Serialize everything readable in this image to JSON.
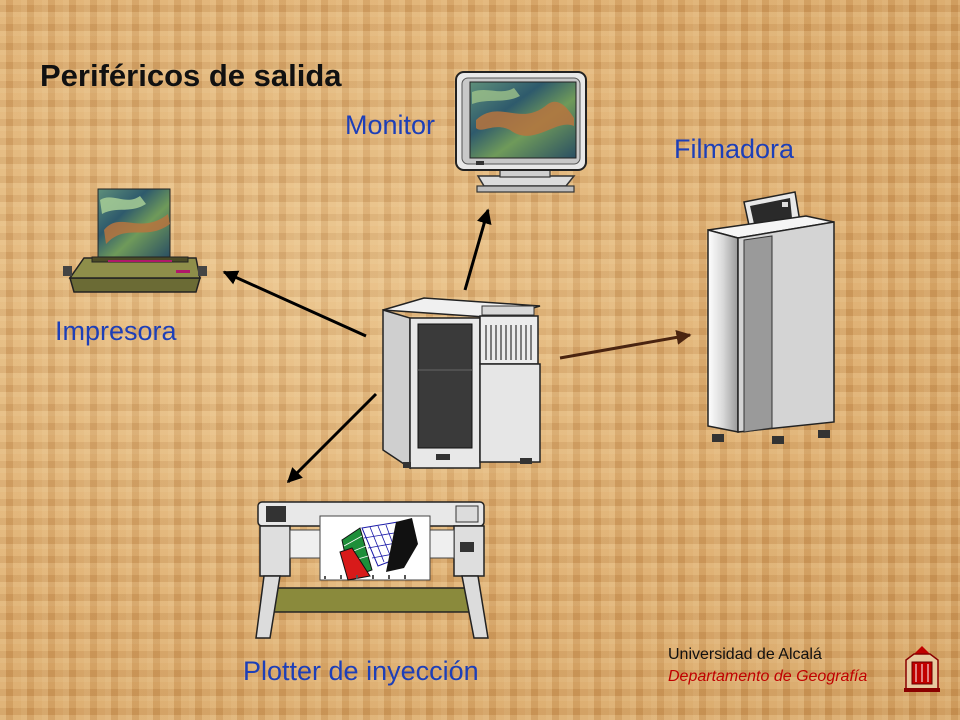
{
  "title": "Periféricos de salida",
  "devices": {
    "monitor": "Monitor",
    "filmadora": "Filmadora",
    "impresora": "Impresora",
    "plotter": "Plotter de inyección"
  },
  "footer": {
    "university": "Universidad de Alcalá",
    "department": "Departamento de Geografía"
  },
  "colors": {
    "label_blue": "#1d3fb8",
    "department_red": "#c00000",
    "arrow_filmadora": "#5a2a10"
  }
}
